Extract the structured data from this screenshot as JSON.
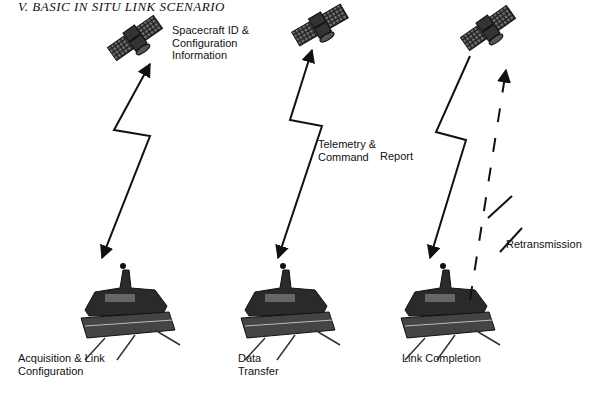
{
  "diagram": {
    "title": "V. BASIC IN SITU LINK SCENARIO",
    "labels": [
      "Spacecraft ID & Configuration Information",
      "Telemetry & Command",
      "Report",
      "Retransmission",
      "Acquisition & Link Configuration",
      "Data Transfer",
      "Link Completion"
    ]
  }
}
